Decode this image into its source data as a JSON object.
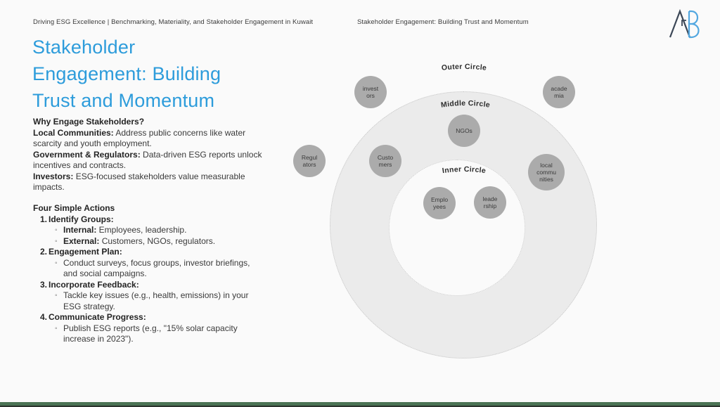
{
  "header": {
    "left": "Driving ESG Excellence | Benchmarking, Materiality, and Stakeholder Engagement in Kuwait",
    "right": "Stakeholder Engagement: Building Trust and Momentum"
  },
  "logo": {
    "monogram": "AB"
  },
  "title": "Stakeholder\nEngagement: Building\nTrust and Momentum",
  "intro": {
    "heading": "Why Engage Stakeholders?",
    "points": [
      {
        "label": "Local Communities:",
        "text": " Address public concerns like water scarcity and youth employment."
      },
      {
        "label": "Government & Regulators:",
        "text": " Data-driven ESG reports unlock incentives and contracts."
      },
      {
        "label": "Investors:",
        "text": " ESG-focused stakeholders value measurable impacts."
      }
    ]
  },
  "actions": {
    "heading": "Four Simple Actions",
    "items": [
      {
        "number": "1.",
        "label": "Identify Groups:",
        "subs": [
          {
            "label": "Internal:",
            "text": " Employees, leadership."
          },
          {
            "label": "External:",
            "text": " Customers, NGOs, regulators."
          }
        ]
      },
      {
        "number": "2.",
        "label": "Engagement Plan:",
        "subs": [
          {
            "label": "",
            "text": "Conduct surveys, focus groups, investor briefings, and social campaigns."
          }
        ]
      },
      {
        "number": "3.",
        "label": "Incorporate Feedback:",
        "subs": [
          {
            "label": "",
            "text": "Tackle key issues (e.g., health, emissions) in your ESG strategy."
          }
        ]
      },
      {
        "number": "4.",
        "label": "Communicate Progress:",
        "subs": [
          {
            "label": "",
            "text": "Publish ESG reports (e.g., \"15% solar capacity increase in 2023\")."
          }
        ]
      }
    ]
  },
  "diagram": {
    "rings": [
      {
        "label": "Outer Circle"
      },
      {
        "label": "Middle Circle"
      },
      {
        "label": "Inner Circle"
      }
    ],
    "nodes": [
      {
        "id": "investors",
        "label": "invest\nors"
      },
      {
        "id": "academia",
        "label": "acade\nmia"
      },
      {
        "id": "ngos",
        "label": "NGOs"
      },
      {
        "id": "regulators",
        "label": "Regul\nators"
      },
      {
        "id": "customers",
        "label": "Custo\nmers"
      },
      {
        "id": "local-communities",
        "label": "local\ncommu\nnities"
      },
      {
        "id": "employees",
        "label": "Emplo\nyees"
      },
      {
        "id": "leadership",
        "label": "leade\nrship"
      }
    ]
  },
  "colors": {
    "accent_blue": "#2d9cdb",
    "node_gray": "#ababab",
    "ring_gray": "#ebebeb",
    "footer_green": "#4b7354",
    "logo_navy": "#3c4757",
    "logo_blue": "#52a7e0"
  }
}
